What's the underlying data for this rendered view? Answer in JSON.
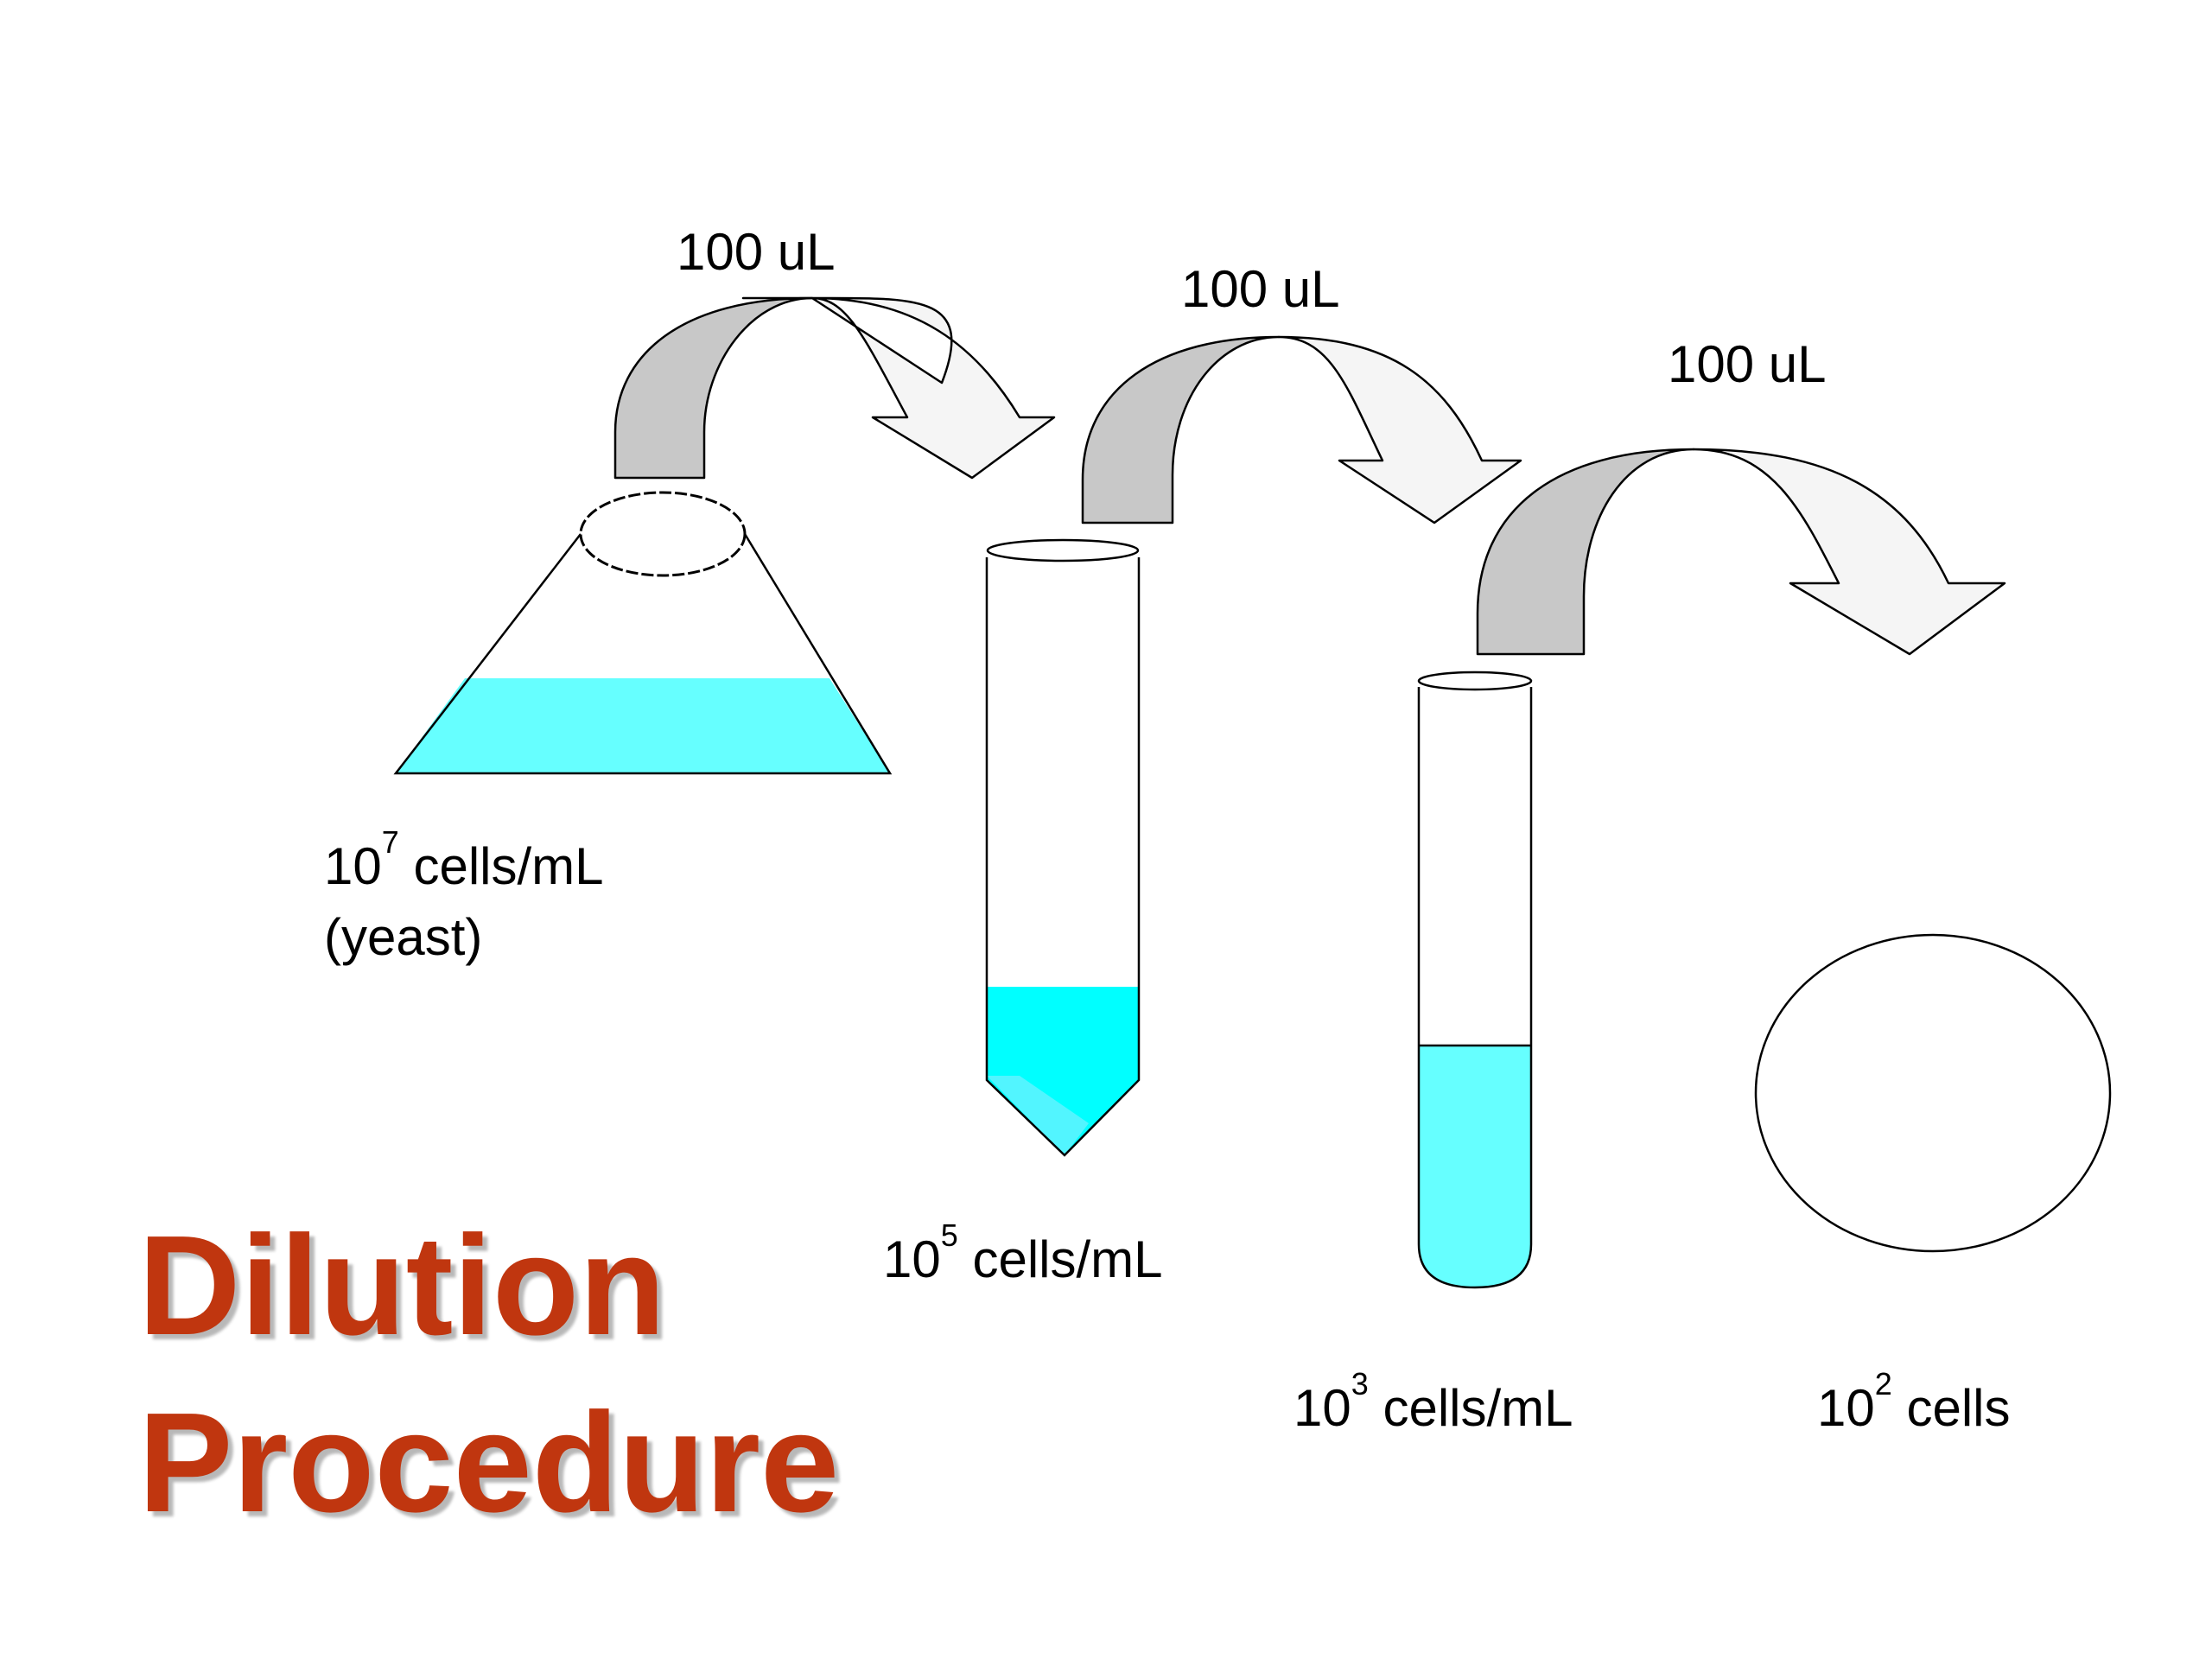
{
  "colors": {
    "liquid_light": "#66ffff",
    "liquid_bright": "#00ffff",
    "arrow_dark": "#c8c8c8",
    "arrow_light": "#f5f5f5",
    "title": "#c0360f"
  },
  "transfers": [
    {
      "volume": "100 uL"
    },
    {
      "volume": "100 uL"
    },
    {
      "volume": "100 uL"
    }
  ],
  "vessels": [
    {
      "kind": "flask",
      "base": "10",
      "exp": "7",
      "unit": "cells/mL",
      "note": "(yeast)"
    },
    {
      "kind": "conical-tube",
      "base": "10",
      "exp": "5",
      "unit": "cells/mL"
    },
    {
      "kind": "round-tube",
      "base": "10",
      "exp": "3",
      "unit": "cells/mL"
    },
    {
      "kind": "plate",
      "base": "10",
      "exp": "2",
      "unit": "cells"
    }
  ],
  "title": {
    "line1": "Dilution",
    "line2": "Procedure"
  }
}
